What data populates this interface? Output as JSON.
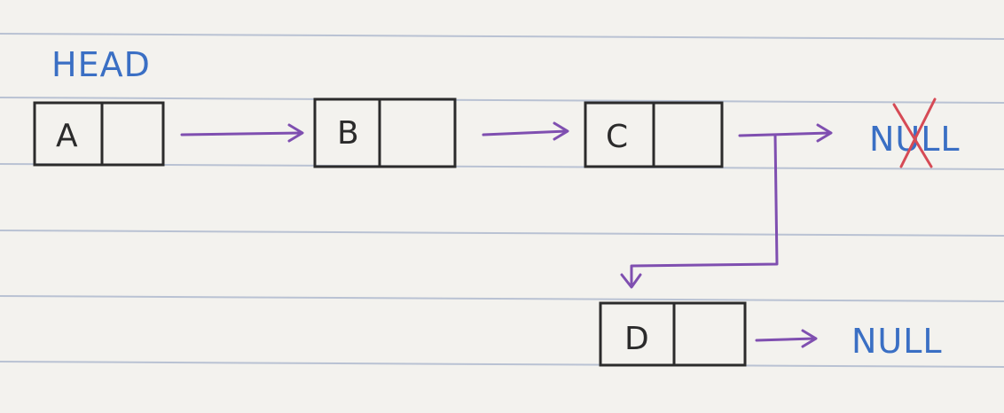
{
  "head_label": "HEAD",
  "nodes": [
    {
      "id": "A",
      "value": "A"
    },
    {
      "id": "B",
      "value": "B"
    },
    {
      "id": "C",
      "value": "C"
    },
    {
      "id": "D",
      "value": "D"
    }
  ],
  "null_old": "NULL",
  "null_new": "NULL",
  "colors": {
    "ink": "#2b2b2b",
    "label_blue": "#3a6fc4",
    "arrow_purple": "#7f4fb0",
    "cross_red": "#d64a55",
    "paper": "#f3f2ee",
    "rule_line": "#b9c2d3"
  }
}
